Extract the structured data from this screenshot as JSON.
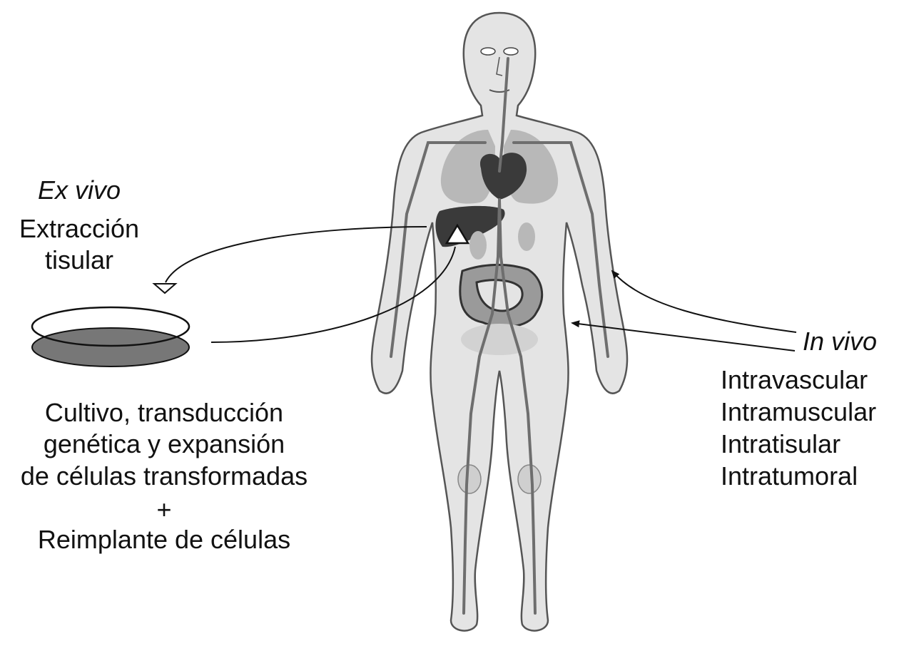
{
  "ex_vivo": {
    "heading": "Ex vivo",
    "extraction_line1": "Extracción",
    "extraction_line2": "tisular",
    "procedure_lines": [
      "Cultivo, transducción",
      "genética y expansión",
      "de células transformadas"
    ],
    "plus": "+",
    "reimplant": "Reimplante de células"
  },
  "in_vivo": {
    "heading": "In vivo",
    "routes": [
      "Intravascular",
      "Intramuscular",
      "Intratisular",
      "Intratumoral"
    ]
  },
  "colors": {
    "body_fill": "#e4e4e4",
    "body_stroke": "#555555",
    "organ_light": "#b8b8b8",
    "organ_dark": "#3a3a3a",
    "vessel": "#6e6e6e",
    "arrow": "#111111",
    "dish_bottom": "#777777"
  }
}
